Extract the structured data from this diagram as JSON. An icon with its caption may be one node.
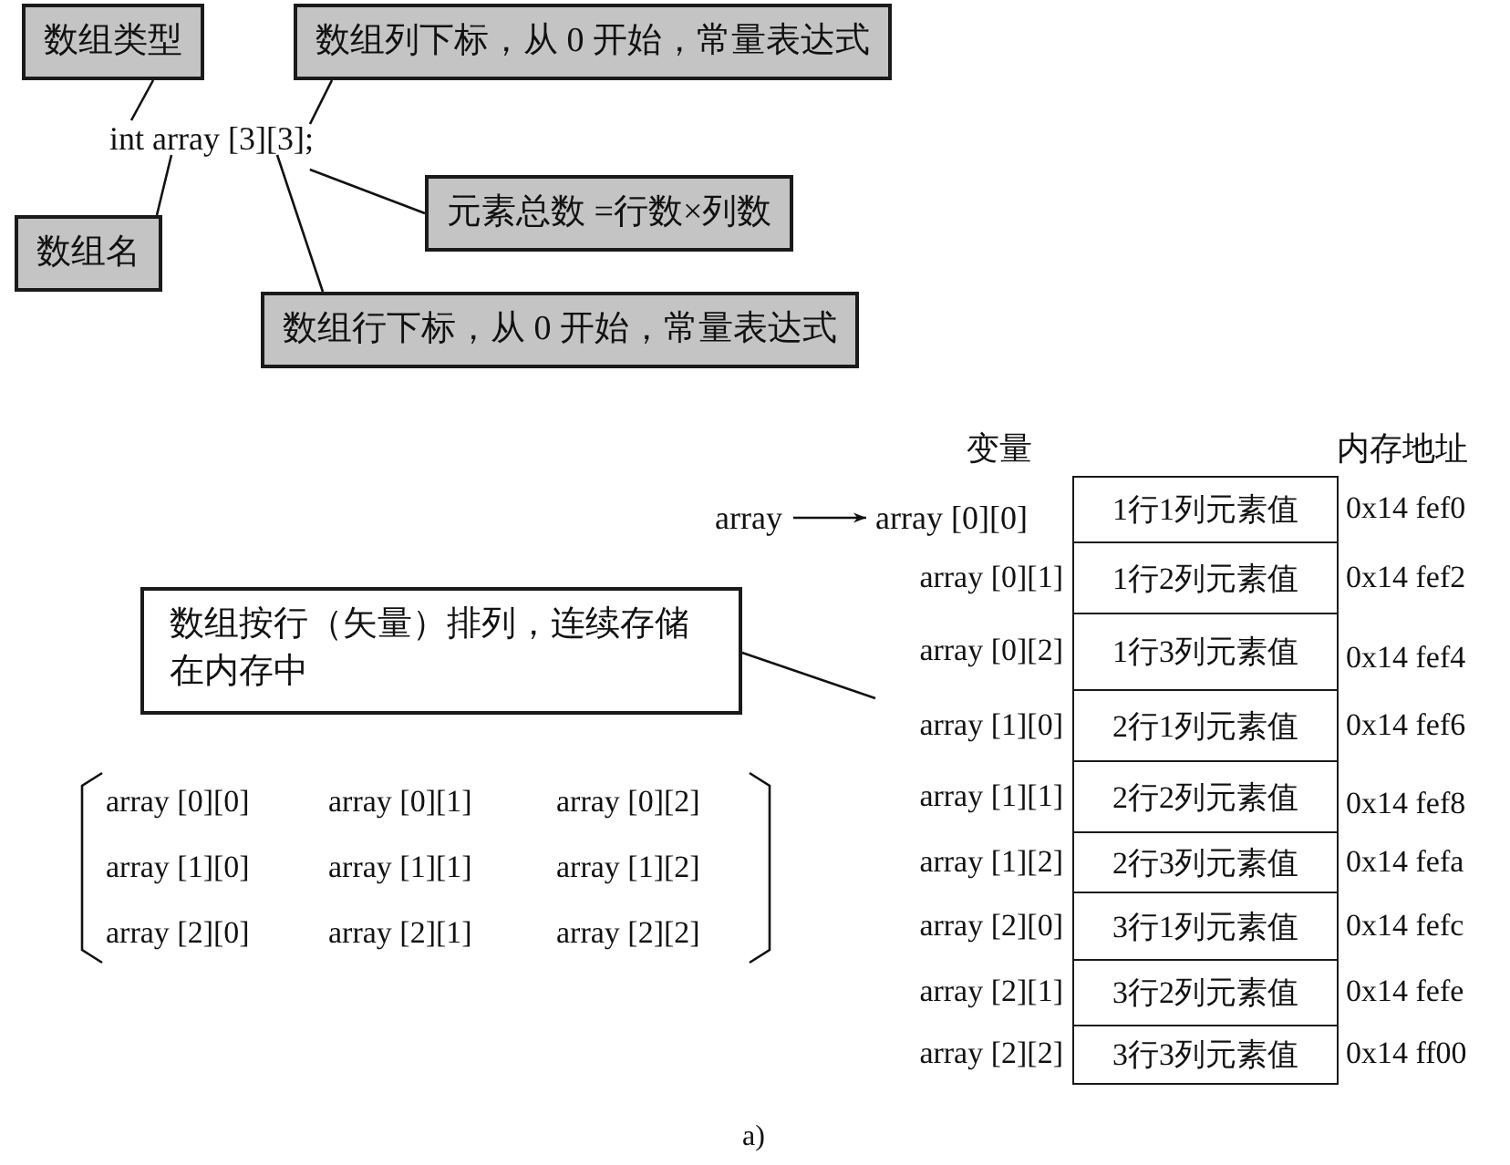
{
  "diagram": {
    "nodes": [
      {
        "text": [
          "数组类型"
        ]
      },
      {
        "text": [
          "数组列下标，从 0 开始，常量表达式"
        ]
      },
      {
        "text": [
          "int array [3][3];"
        ]
      },
      {
        "text": [
          "元素总数 =行数×列数"
        ]
      },
      {
        "text": [
          "数组名"
        ]
      },
      {
        "text": [
          "数组行下标，从 0 开始，常量表达式"
        ]
      },
      {
        "text": [
          "数组按行（矢量）排列，连续存储在内存中"
        ]
      },
      {
        "text": [
          "array"
        ]
      },
      {
        "text": [
          "array [0][0]"
        ]
      },
      {
        "text": [
          "1行1列元素值"
        ]
      },
      {
        "text": [
          "1行2列元素值"
        ]
      },
      {
        "text": [
          "1行3列元素值"
        ]
      },
      {
        "text": [
          "2行1列元素值"
        ]
      },
      {
        "text": [
          "2行2列元素值"
        ]
      },
      {
        "text": [
          "2行3列元素值"
        ]
      },
      {
        "text": [
          "3行1列元素值"
        ]
      },
      {
        "text": [
          "3行2列元素值"
        ]
      },
      {
        "text": [
          "3行3列元素值"
        ]
      }
    ],
    "edges": [
      {
        "from": 0,
        "to": 2,
        "arrow": "none"
      },
      {
        "from": 1,
        "to": 2,
        "arrow": "none"
      },
      {
        "from": 3,
        "to": 2,
        "arrow": "none"
      },
      {
        "from": 4,
        "to": 2,
        "arrow": "none"
      },
      {
        "from": 5,
        "to": 2,
        "arrow": "none"
      },
      {
        "from": 6,
        "to": null,
        "arrow": "none"
      },
      {
        "from": 7,
        "to": 8,
        "arrow": "to"
      }
    ],
    "labels": [
      "变量",
      "内存地址",
      "0x14 fef0",
      "0x14 fef2",
      "0x14 fef4",
      "0x14 fef6",
      "0x14 fef8",
      "0x14 fefa",
      "0x14 fefc",
      "0x14 fefe",
      "0x14 ff00",
      "array [0][1]",
      "array [0][2]",
      "array [1][0]",
      "array [1][1]",
      "array [1][2]",
      "array [2][0]",
      "array [2][1]",
      "array [2][2]",
      "array [0][0]",
      "array [0][1]",
      "array [0][2]",
      "array [1][0]",
      "array [1][1]",
      "array [1][2]",
      "array [2][0]",
      "array [2][1]",
      "array [2][2]",
      "a)"
    ]
  }
}
